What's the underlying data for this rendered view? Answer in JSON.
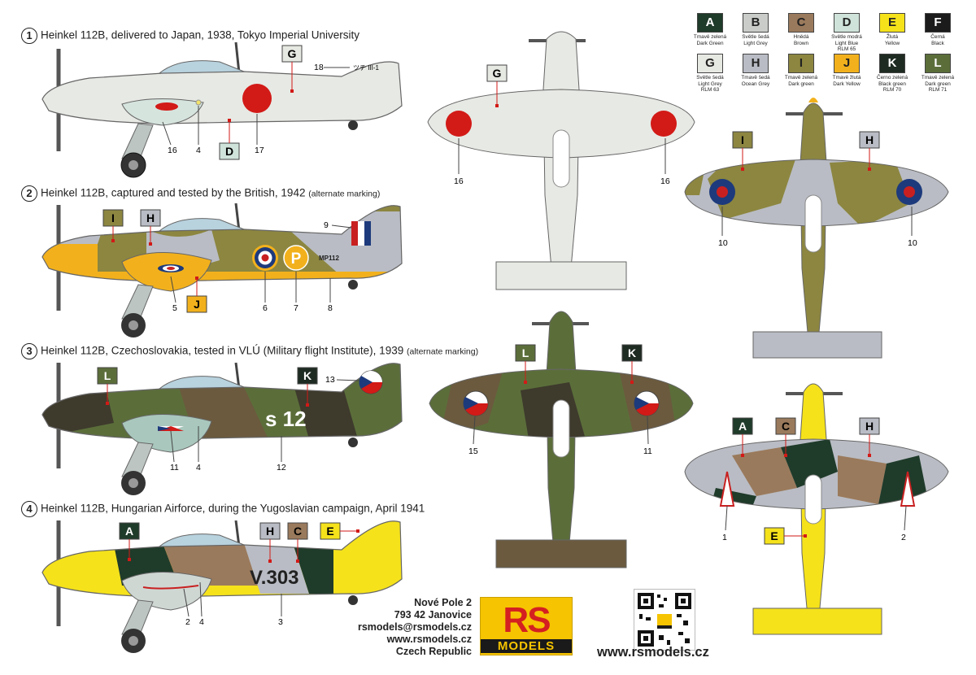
{
  "profiles": [
    {
      "num": "1",
      "text": "Heinkel 112B, delivered to Japan, 1938, Tokyo Imperial University",
      "sub": ""
    },
    {
      "num": "2",
      "text": "Heinkel 112B, captured and tested by the British, 1942",
      "sub": "(alternate marking)"
    },
    {
      "num": "3",
      "text": "Heinkel 112B, Czechoslovakia, tested in VLÚ (Military flight Institute), 1939",
      "sub": "(alternate marking)"
    },
    {
      "num": "4",
      "text": "Heinkel 112B, Hungarian Airforce, during the Yugoslavian campaign, April 1941",
      "sub": ""
    }
  ],
  "swatches": [
    {
      "code": "A",
      "color": "#1f3b2a",
      "text_color": "#ffffff",
      "lines": [
        "Tmavě zelená",
        "Dark Green"
      ]
    },
    {
      "code": "B",
      "color": "#c9ccc9",
      "text_color": "#222222",
      "lines": [
        "Světle šedá",
        "Light Grey"
      ]
    },
    {
      "code": "C",
      "color": "#9a7a5c",
      "text_color": "#222222",
      "lines": [
        "Hnědá",
        "Brown"
      ]
    },
    {
      "code": "D",
      "color": "#cfe3da",
      "text_color": "#222222",
      "lines": [
        "Světle modrá",
        "Light Blue",
        "RLM 65"
      ]
    },
    {
      "code": "E",
      "color": "#f5e21b",
      "text_color": "#222222",
      "lines": [
        "Žlutá",
        "Yellow"
      ]
    },
    {
      "code": "F",
      "color": "#1b1b1b",
      "text_color": "#ffffff",
      "lines": [
        "Černá",
        "Black"
      ]
    },
    {
      "code": "G",
      "color": "#e6e8e2",
      "text_color": "#222222",
      "lines": [
        "Světle šedá",
        "Light Grey",
        "RLM 63"
      ]
    },
    {
      "code": "H",
      "color": "#b9bcc4",
      "text_color": "#222222",
      "lines": [
        "Tmavě šedá",
        "Ocean Grey"
      ]
    },
    {
      "code": "I",
      "color": "#8c8640",
      "text_color": "#222222",
      "lines": [
        "Tmavě zelená",
        "Dark green"
      ]
    },
    {
      "code": "J",
      "color": "#f2b11c",
      "text_color": "#222222",
      "lines": [
        "Tmavě žlutá",
        "Dark Yellow"
      ]
    },
    {
      "code": "K",
      "color": "#1e2b22",
      "text_color": "#ffffff",
      "lines": [
        "Černo zelená",
        "Black green",
        "RLM 70"
      ]
    },
    {
      "code": "L",
      "color": "#5b6e3a",
      "text_color": "#ffffff",
      "lines": [
        "Tmavě zelená",
        "Dark green",
        "RLM 71"
      ]
    }
  ],
  "callouts": {
    "p1": {
      "g": "G",
      "d": "D",
      "n18": "18",
      "tail_code": "ツチ III-1",
      "n16": "16",
      "n4": "4",
      "n17": "17"
    },
    "p2": {
      "i": "I",
      "h": "H",
      "j": "J",
      "n9": "9",
      "serial": "MP112",
      "code": "P",
      "n5": "5",
      "n6": "6",
      "n7": "7",
      "n8": "8"
    },
    "p3": {
      "l": "L",
      "k": "K",
      "n13": "13",
      "code": "s 12",
      "n11": "11",
      "n4": "4",
      "n12": "12"
    },
    "p4": {
      "a": "A",
      "h": "H",
      "c": "C",
      "e": "E",
      "code": "V.303",
      "n2": "2",
      "n4": "4",
      "n3": "3"
    },
    "t1": {
      "g": "G",
      "n16a": "16",
      "n16b": "16"
    },
    "t2": {
      "i": "I",
      "h": "H",
      "n10a": "10",
      "n10b": "10"
    },
    "t3": {
      "l": "L",
      "k": "K",
      "n15": "15",
      "n11": "11"
    },
    "t4": {
      "a": "A",
      "c": "C",
      "h": "H",
      "e": "E",
      "n1": "1",
      "n2": "2"
    }
  },
  "contact": {
    "address": [
      "Nové Pole 2",
      "793 42 Janovice",
      "rsmodels@rsmodels.cz",
      "www.rsmodels.cz",
      "Czech Republic"
    ],
    "logo_rs_r": "R",
    "logo_rs_s": "S",
    "logo_models": "MODELS",
    "website": "www.rsmodels.cz"
  }
}
